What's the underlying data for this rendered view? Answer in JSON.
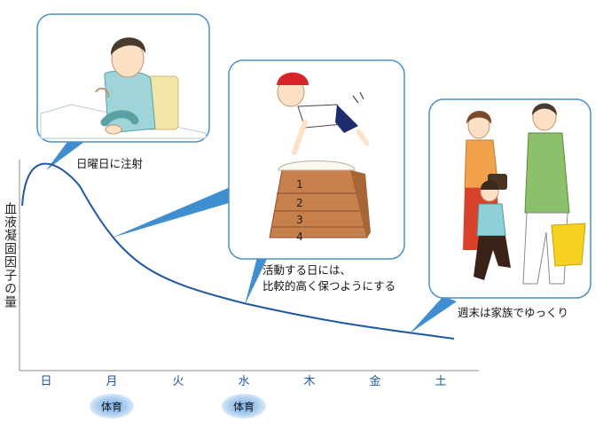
{
  "y_axis_label": "血液凝固因子の量",
  "days": [
    "日",
    "月",
    "火",
    "水",
    "木",
    "金",
    "土"
  ],
  "pe_label": "体育",
  "pe_days": [
    "月",
    "水"
  ],
  "captions": {
    "injection": "日曜日に注射",
    "activity_line1": "活動する日には、",
    "activity_line2": "比較的高く保つようにする",
    "weekend": "週末は家族でゆっくり"
  },
  "vault_numbers": [
    "1",
    "2",
    "3",
    "4"
  ],
  "colors": {
    "curve": "#1f56a6",
    "bubble_border": "#4a90c8",
    "bubble_tail": "#3f8fd0",
    "pe_badge": "#7fb4e6"
  },
  "chart_data": {
    "type": "line",
    "x": [
      "日",
      "月",
      "火",
      "水",
      "木",
      "金",
      "土"
    ],
    "series": [
      {
        "values": [
          100,
          52,
          28,
          19,
          13,
          9,
          6
        ]
      }
    ],
    "ylabel": "血液凝固因子の量",
    "grid": false,
    "y_tick_labels": false
  }
}
